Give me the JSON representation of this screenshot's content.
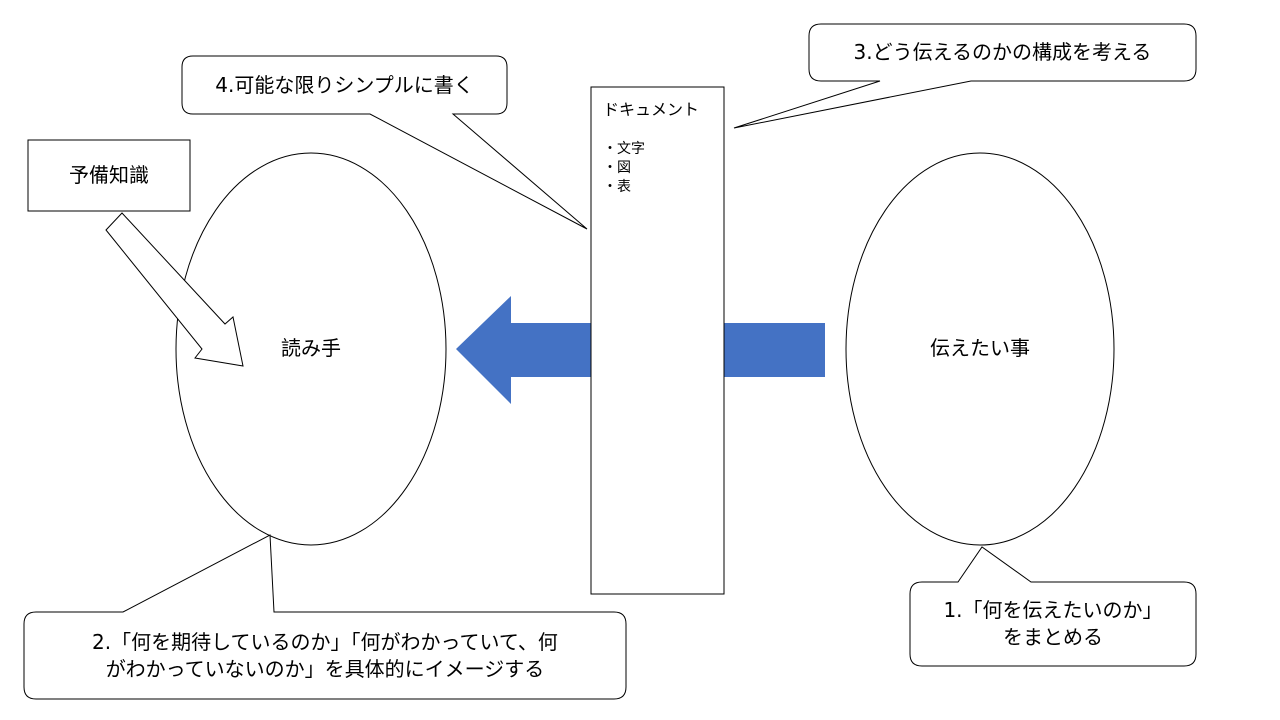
{
  "nodes": {
    "reader": "読み手",
    "message": "伝えたい事",
    "prior_knowledge": "予備知識"
  },
  "document": {
    "title": "ドキュメント",
    "items": [
      "文字",
      "図",
      "表"
    ]
  },
  "callouts": {
    "step1": [
      "1.「何を伝えたいのか」",
      "をまとめる"
    ],
    "step2": [
      "2.「何を期待しているのか」「何がわかっていて、何",
      "がわかっていないのか」を具体的にイメージする"
    ],
    "step3": "3.どう伝えるのかの構成を考える",
    "step4": "4.可能な限りシンプルに書く"
  },
  "colors": {
    "arrow_fill": "#4472C4",
    "stroke": "#000000",
    "background": "#FFFFFF"
  }
}
